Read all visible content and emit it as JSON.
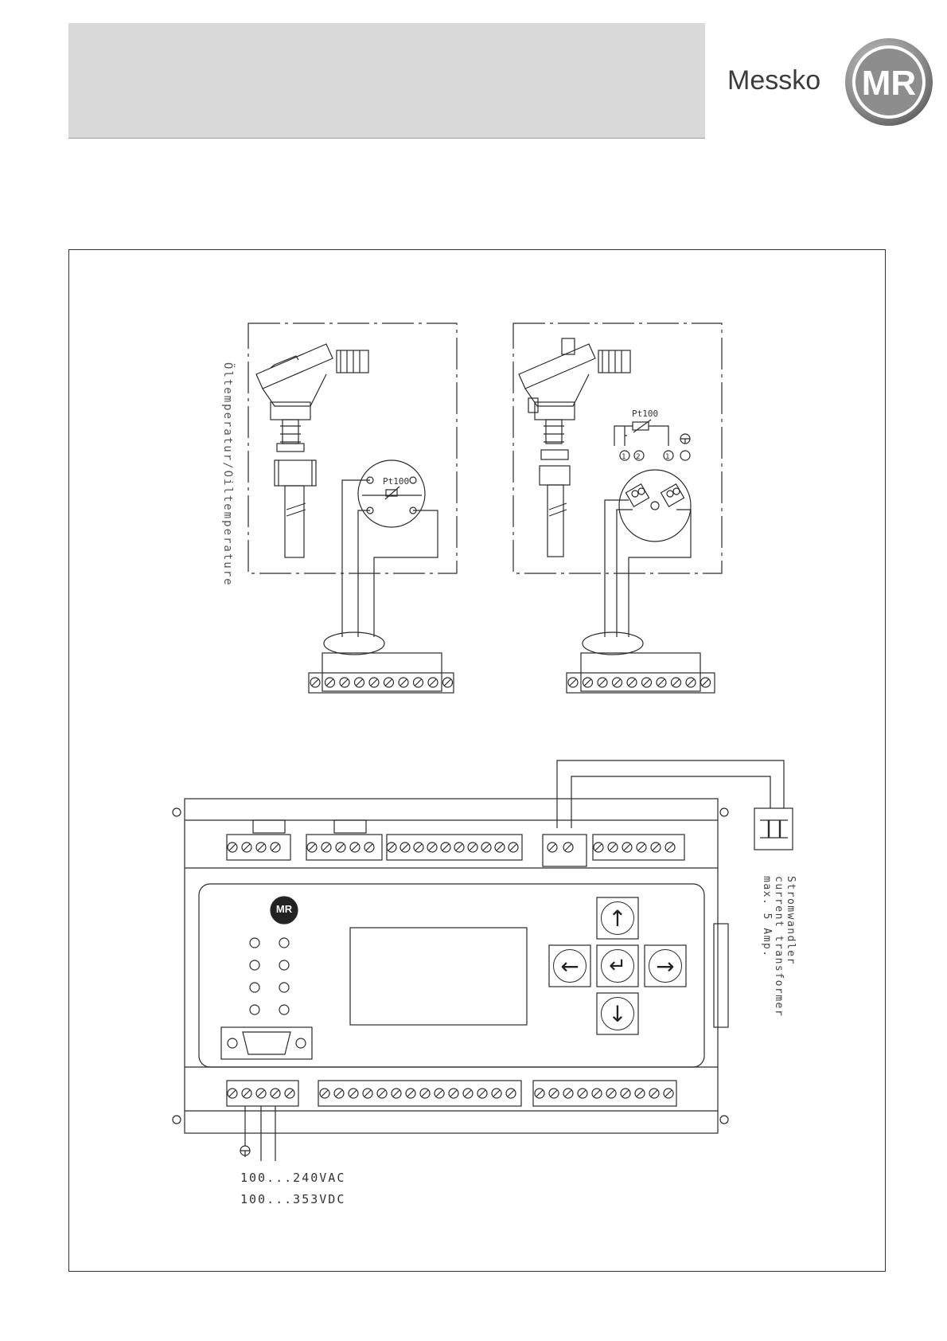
{
  "brand": {
    "name": "Messko",
    "logo_text": "MR"
  },
  "sensor": {
    "vertical_label": "Öltemperatur/Oiltemperature",
    "left_pt_label": "Pt100",
    "right_pt_label": "Pt100",
    "pin_labels": [
      "1",
      "2",
      "1"
    ]
  },
  "device": {
    "logo_text": "MR",
    "keys": {
      "up": "↑",
      "left": "←",
      "enter": "↵",
      "right": "→",
      "down": "↓"
    }
  },
  "transformer": {
    "label_de": "Stromwandler",
    "label_en": "current transformer",
    "label_max": "max. 5 Amp."
  },
  "power": {
    "ac": "100...240VAC",
    "dc": "100...353VDC"
  },
  "colors": {
    "header_gray": "#d9d9d9",
    "line": "#2a2a2a",
    "logo_gray": "#8c8c8c"
  }
}
